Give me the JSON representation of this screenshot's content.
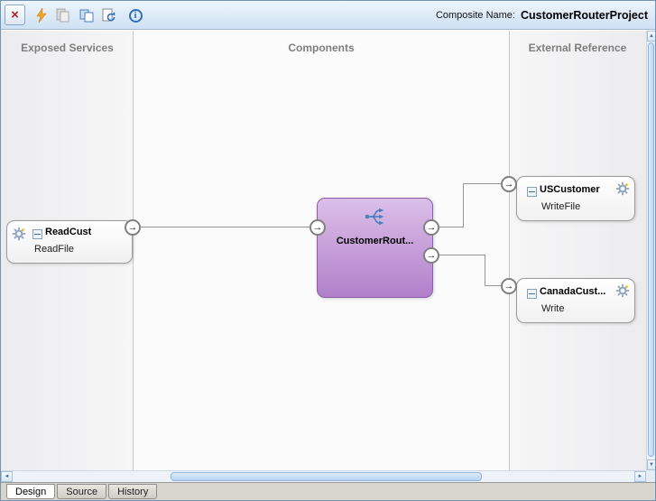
{
  "header": {
    "composite_label": "Composite Name:",
    "composite_name": "CustomerRouterProject"
  },
  "icons": {
    "close": "×",
    "arrow_right": "→",
    "scroll_up": "▲",
    "scroll_down": "▼",
    "scroll_left": "◄",
    "scroll_right": "►",
    "info": "i"
  },
  "columns": {
    "exposed_services": "Exposed Services",
    "components": "Components",
    "external_reference": "External Reference"
  },
  "nodes": {
    "service": {
      "title": "ReadCust",
      "subtitle": "ReadFile"
    },
    "mediator": {
      "title": "CustomerRout..."
    },
    "reference_us": {
      "title": "USCustomer",
      "subtitle": "WriteFile"
    },
    "reference_ca": {
      "title": "CanadaCust...",
      "subtitle": "Write"
    }
  },
  "tabs": [
    {
      "label": "Design"
    },
    {
      "label": "Source"
    },
    {
      "label": "History"
    }
  ],
  "colors": {
    "mediator_fill_top": "#dcbfe9",
    "mediator_fill_bottom": "#b180ca",
    "mediator_border": "#8d5cab",
    "wire": "#969696",
    "accent_blue": "#3a78c2"
  }
}
